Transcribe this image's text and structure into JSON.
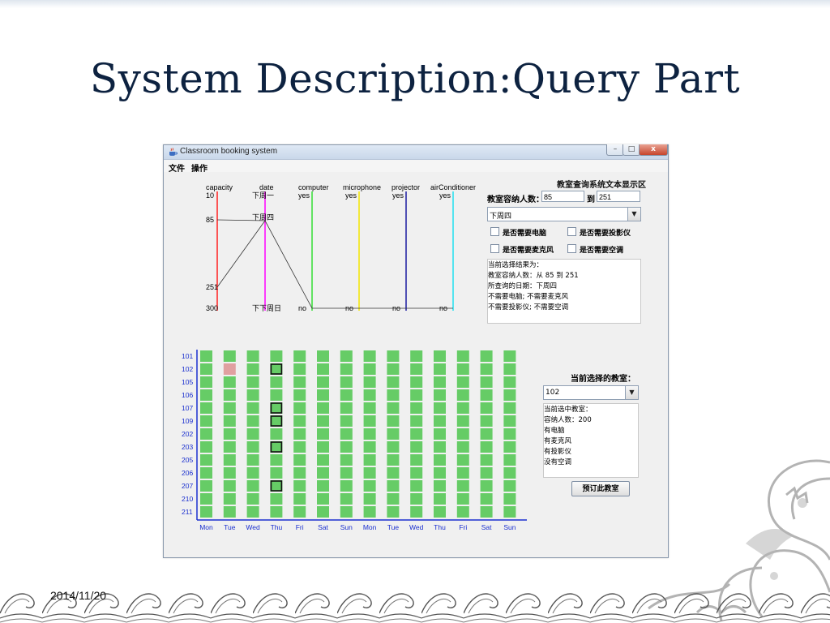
{
  "slide": {
    "title": "System Description:Query Part",
    "date": "2014/11/20"
  },
  "window": {
    "title": "Classroom booking system",
    "controls": {
      "minimize": "–",
      "maximize": "□",
      "close": "x"
    },
    "menu": [
      "文件",
      "操作"
    ]
  },
  "parallel_coords": {
    "axes": [
      {
        "label": "capacity",
        "top": "10",
        "bottom": "300",
        "color": "#ff2020"
      },
      {
        "label": "date",
        "top": "下周一",
        "bottom": "下下周日",
        "color": "#ff00ff"
      },
      {
        "label": "computer",
        "top": "yes",
        "bottom": "no",
        "color": "#33dd33"
      },
      {
        "label": "microphone",
        "top": "yes",
        "bottom": "no",
        "color": "#f2e600"
      },
      {
        "label": "projector",
        "top": "yes",
        "bottom": "no",
        "color": "#1a1aa0"
      },
      {
        "label": "airConditioner",
        "top": "yes",
        "bottom": "no",
        "color": "#20e0f0"
      }
    ],
    "markers": {
      "cap_85": "85",
      "cap_251": "251",
      "date_sel": "下周四"
    }
  },
  "query": {
    "heading": "教室查询系统文本显示区",
    "capacity_label": "教室容纳人数：",
    "min_capacity": "85",
    "to_label": "到",
    "max_capacity": "251",
    "date_selected": "下周四",
    "checkboxes": {
      "computer": "是否需要电脑",
      "projector": "是否需要投影仪",
      "microphone": "是否需要麦克风",
      "aircon": "是否需要空调"
    },
    "result_lines": [
      "当前选择结果为：",
      "教室容纳人数：从 85 到 251",
      "所查询的日期：下周四",
      "不需要电脑; 不需要麦克风",
      "不需要投影仪; 不需要空调"
    ]
  },
  "grid": {
    "rooms": [
      "101",
      "102",
      "105",
      "106",
      "107",
      "109",
      "202",
      "203",
      "205",
      "206",
      "207",
      "210",
      "211"
    ],
    "days": [
      "Mon",
      "Tue",
      "Wed",
      "Thu",
      "Fri",
      "Sat",
      "Sun",
      "Mon",
      "Tue",
      "Wed",
      "Thu",
      "Fri",
      "Sat",
      "Sun"
    ],
    "free_color": "#66cc66",
    "booked_color": "#e0a0a0",
    "booked_cells": [
      {
        "room": "102",
        "day_index": 1
      }
    ],
    "highlighted_cells": [
      {
        "room": "102",
        "day_index": 3
      },
      {
        "room": "107",
        "day_index": 3
      },
      {
        "room": "109",
        "day_index": 3
      },
      {
        "room": "203",
        "day_index": 3
      },
      {
        "room": "207",
        "day_index": 3
      }
    ]
  },
  "classroom": {
    "label": "当前选择的教室：",
    "selected": "102",
    "info_lines": [
      "当前选中教室：",
      "容纳人数：200",
      "有电脑",
      "有麦克风",
      "有投影仪",
      "没有空调"
    ],
    "book_button": "预订此教室"
  }
}
